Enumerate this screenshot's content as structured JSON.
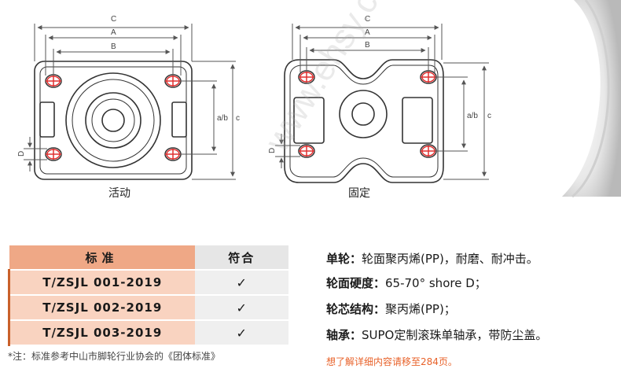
{
  "drawing": {
    "dim_labels": {
      "c": "C",
      "a": "A",
      "b": "B",
      "abc": "a/b",
      "c_side": "c",
      "d": "D"
    },
    "swivel_caption": "活动",
    "rigid_caption": "固定"
  },
  "watermark": "www.ehsy.com",
  "table": {
    "headers": [
      "标准",
      "符合"
    ],
    "rows": [
      {
        "standard": "T/ZSJL 001-2019",
        "check": "✓"
      },
      {
        "standard": "T/ZSJL 002-2019",
        "check": "✓"
      },
      {
        "standard": "T/ZSJL 003-2019",
        "check": "✓"
      }
    ]
  },
  "footnote": "*注：标准参考中山市脚轮行业协会的《团体标准》",
  "specs": [
    {
      "label": "单轮：",
      "value": "轮面聚丙烯(PP)，耐磨、耐冲击。"
    },
    {
      "label": "轮面硬度：",
      "value": "65-70° shore D；"
    },
    {
      "label": "轮芯结构：",
      "value": "聚丙烯(PP)；"
    },
    {
      "label": "轴承：",
      "value": "SUPO定制滚珠单轴承，带防尘盖。"
    }
  ],
  "reference_note": "想了解详细内容请移至284页。",
  "colors": {
    "header_accent": "#efa886",
    "row_fill": "#f9d3c0",
    "bolt_hole": "#e03030",
    "note_orange": "#e8622a"
  }
}
